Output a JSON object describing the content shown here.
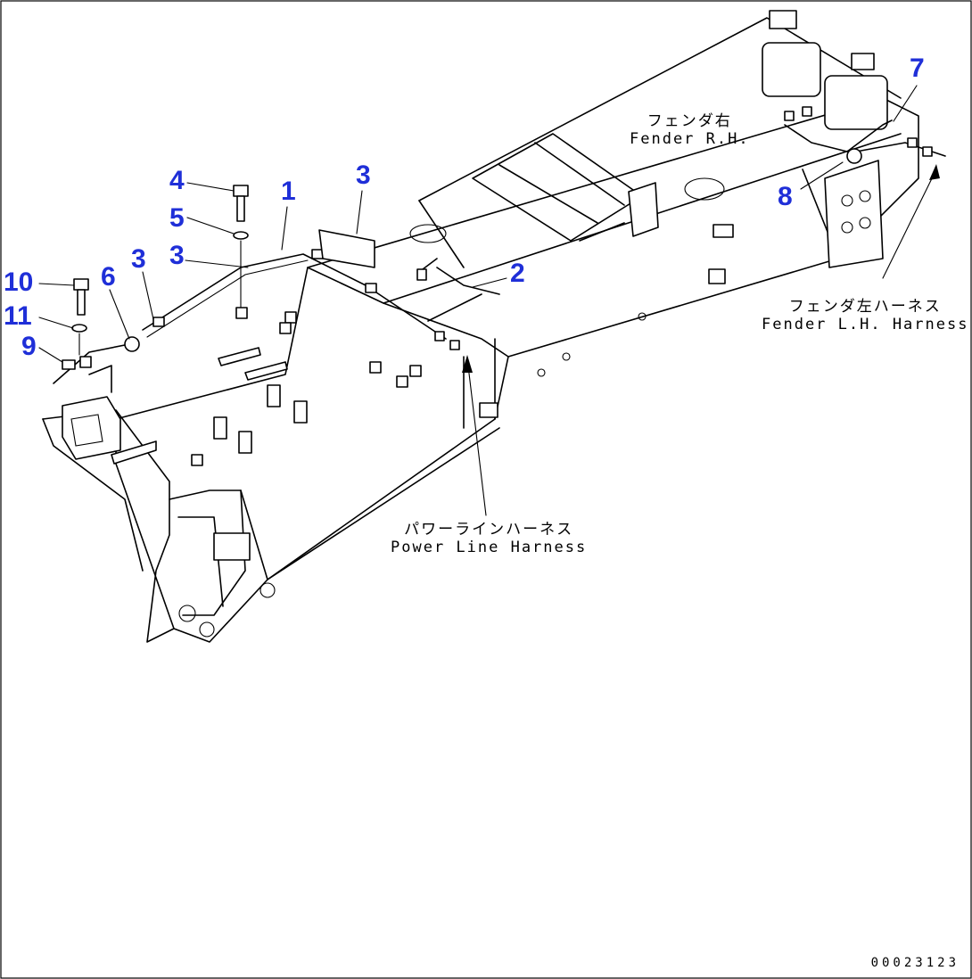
{
  "callouts": {
    "c1": "1",
    "c2": "2",
    "c3a": "3",
    "c3b": "3",
    "c3c": "3",
    "c4": "4",
    "c5": "5",
    "c6": "6",
    "c7": "7",
    "c8": "8",
    "c9": "9",
    "c10": "10",
    "c11": "11"
  },
  "notes": {
    "fender_rh_jp": "フェンダ右",
    "fender_rh_en": "Fender R.H.",
    "fender_lh_jp": "フェンダ左ハーネス",
    "fender_lh_en": "Fender L.H. Harness",
    "power_line_jp": "パワーラインハーネス",
    "power_line_en": "Power Line Harness"
  },
  "doc_number": "00023123",
  "colors": {
    "callout": "#1f2fd8",
    "line": "#000000"
  }
}
